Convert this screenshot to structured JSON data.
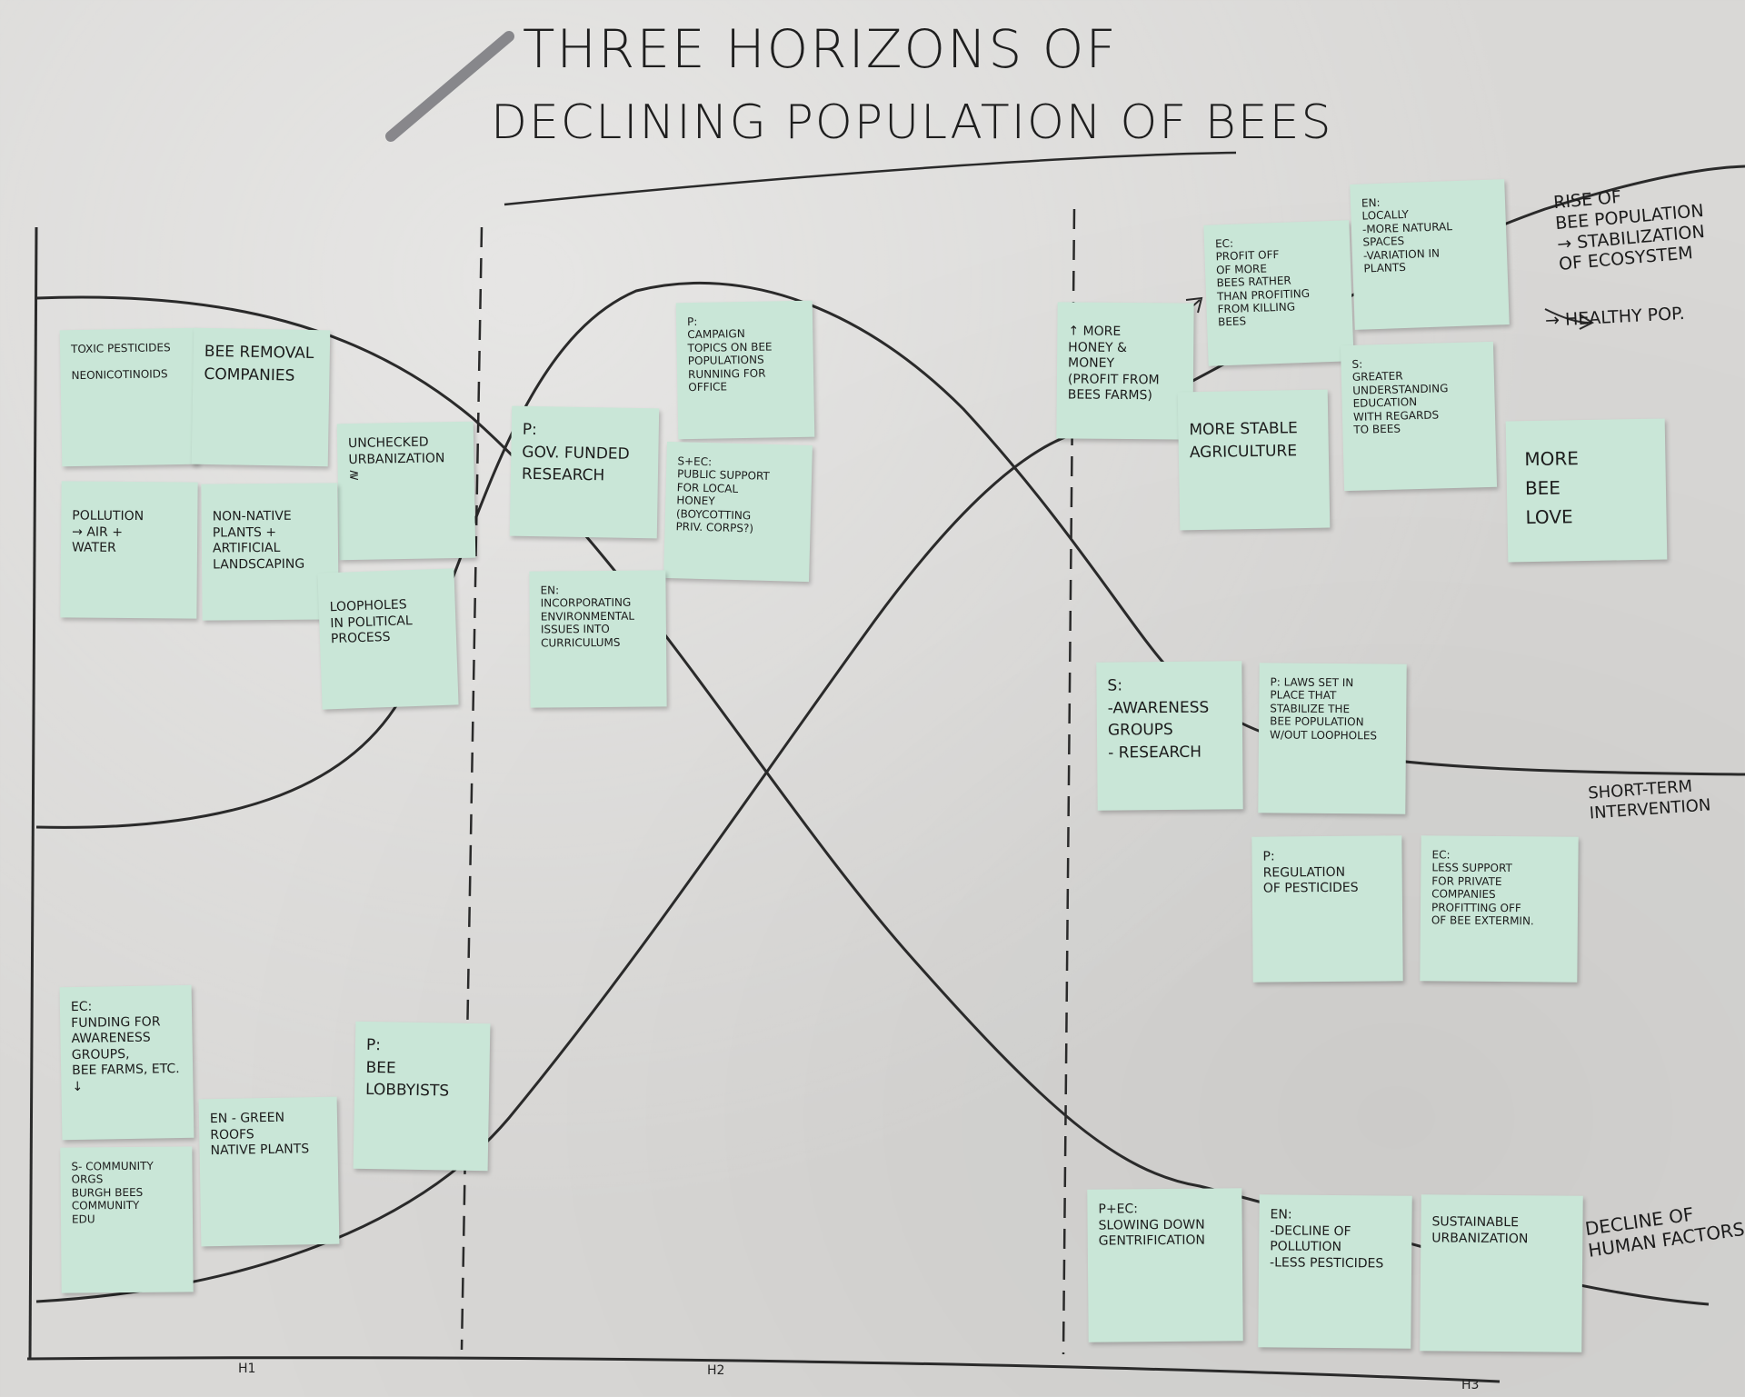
{
  "title": {
    "line1": "THREE HORIZONS of",
    "line2": "DECLINING POPULATION of BEES"
  },
  "axis_labels": {
    "h1": "H1",
    "h2": "H2",
    "h3": "H3"
  },
  "side_labels": {
    "rise": "RISE OF\nBEE POPULATION\n→ STABILIZATION\nOF ECOSYSTEM",
    "healthy": "→ HEALTHY POP.",
    "short_term": "SHORT-TERM\nINTERVENTION",
    "decline": "DECLINE OF\nHUMAN FACTORS"
  },
  "notes": {
    "toxic": "Toxic Pesticides\n\nNeonicotinoids",
    "bee_removal": "BEE REMOVAL\nCOMPANIES",
    "unchecked": "UNCHECKED\nURBANIZATION\n≷",
    "pollution": "POLLUTION\n→ AIR +\nWATER",
    "non_native": "NON-NATIVE\nPLANTS +\nARTIFICIAL\nLANDSCAPING",
    "loopholes": "LOOPHOLES\nIN POLITICAL\nPROCESS",
    "gov_funded": "P:\nGOV. FUNDED\nRESEARCH",
    "campaign": "P:\nCAMPAIGN\nTOPICS ON BEE\nPOPULATIONS\nRUNNING FOR\nOFFICE",
    "public_support": "S+EC:\nPUBLIC SUPPORT\nFOR LOCAL\nHONEY\n(BOYCOTTING\nPRIV. CORPS?)",
    "en_curriculum": "EN:\nINCORPORATING\nENVIRONMENTAL\nISSUES INTO\nCURRICULUMS",
    "more_honey": "↑ MORE\nHONEY &\nMONEY\n(PROFIT FROM\nBEES FARMS)",
    "ec_profit": "EC:\nPROFIT OFF\nOF MORE\nBEES RATHER\nTHAN PROFITING\nFROM KILLING\nBEES",
    "en_natural": "EN:\nLOCALLY\n-MORE NATURAL\nSPACES\n-VARIATION IN\nPLANTS",
    "more_stable": "MORE STABLE\nAGRICULTURE",
    "s_greater": "S:\nGREATER\nUNDERSTANDING\nEDUCATION\nWITH REGARDS\nTO BEES",
    "more_bee_love": "MORE\nBEE\nLOVE",
    "s_awareness": "S:\n-AWARENESS\nGROUPS\n- RESEARCH",
    "p_laws": "P: LAWS SET IN\nPLACE THAT\nSTABILIZE THE\nBEE POPULATION\nW/OUT LOOPHOLES",
    "p_regulation": "P:\nREGULATION\nOF PESTICIDES",
    "ec_less": "EC:\nLESS SUPPORT\nFOR PRIVATE\nCOMPANIES\nPROFITTING OFF\nOF BEE EXTERMIN.",
    "ec_funding": "EC:\nFUNDING FOR\nAWARENESS GROUPS,\nBEE FARMS, ETC.\n↓",
    "en_green": "EN - GREEN\nROOFS\nNATIVE PLANTS",
    "p_lobbyists": "P:\nBEE\nLOBBYISTS",
    "s_community": "S- COMMUNITY\nORGS\nBURGH BEES\nCOMMUNITY\nEDU",
    "pec_slowing": "P+EC:\nSLOWING DOWN\nGENTRIFICATION",
    "en_decline": "EN:\n-DECLINE OF\nPOLLUTION\n-LESS PESTICIDES",
    "sustainable": "SUSTAINABLE\nURBANIZATION"
  },
  "colors": {
    "note": "#c9e6d7",
    "ink": "#1c1c1c",
    "paper": "#d9d8d6"
  }
}
